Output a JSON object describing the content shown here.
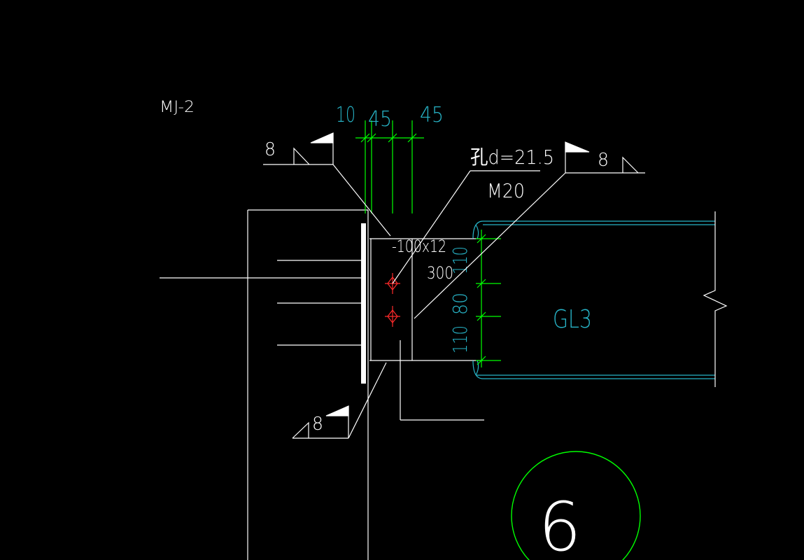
{
  "drawing": {
    "embed_label": "MJ-2",
    "dimensions": [
      "10",
      "45",
      "45"
    ],
    "hole_note": "孔d=21.5",
    "bolt_note": "M20",
    "plate_note": "-100x12",
    "plate_length": "300",
    "vertical_dims": [
      "110",
      "80",
      "110"
    ],
    "beam_label": "GL3",
    "weld_sizes": [
      "8",
      "8",
      "8"
    ],
    "detail_number": "6"
  },
  "colors": {
    "background": "#000000",
    "line": "#ffffff",
    "cyan": "#27b3c6",
    "green": "#00ff00",
    "red": "#ff2a2a"
  }
}
